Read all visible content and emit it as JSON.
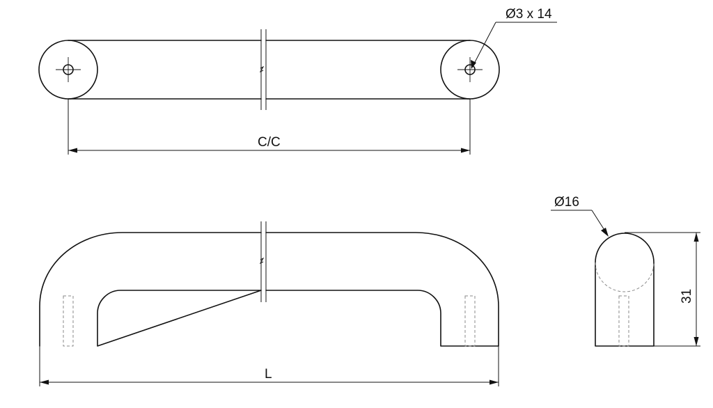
{
  "labels": {
    "hole_spec": "Ø3 x 14",
    "diameter": "Ø16",
    "cc": "C/C",
    "length": "L",
    "height": "31"
  },
  "colors": {
    "line": "#111111",
    "hidden_line": "#8a8a8a",
    "background": "#ffffff"
  }
}
